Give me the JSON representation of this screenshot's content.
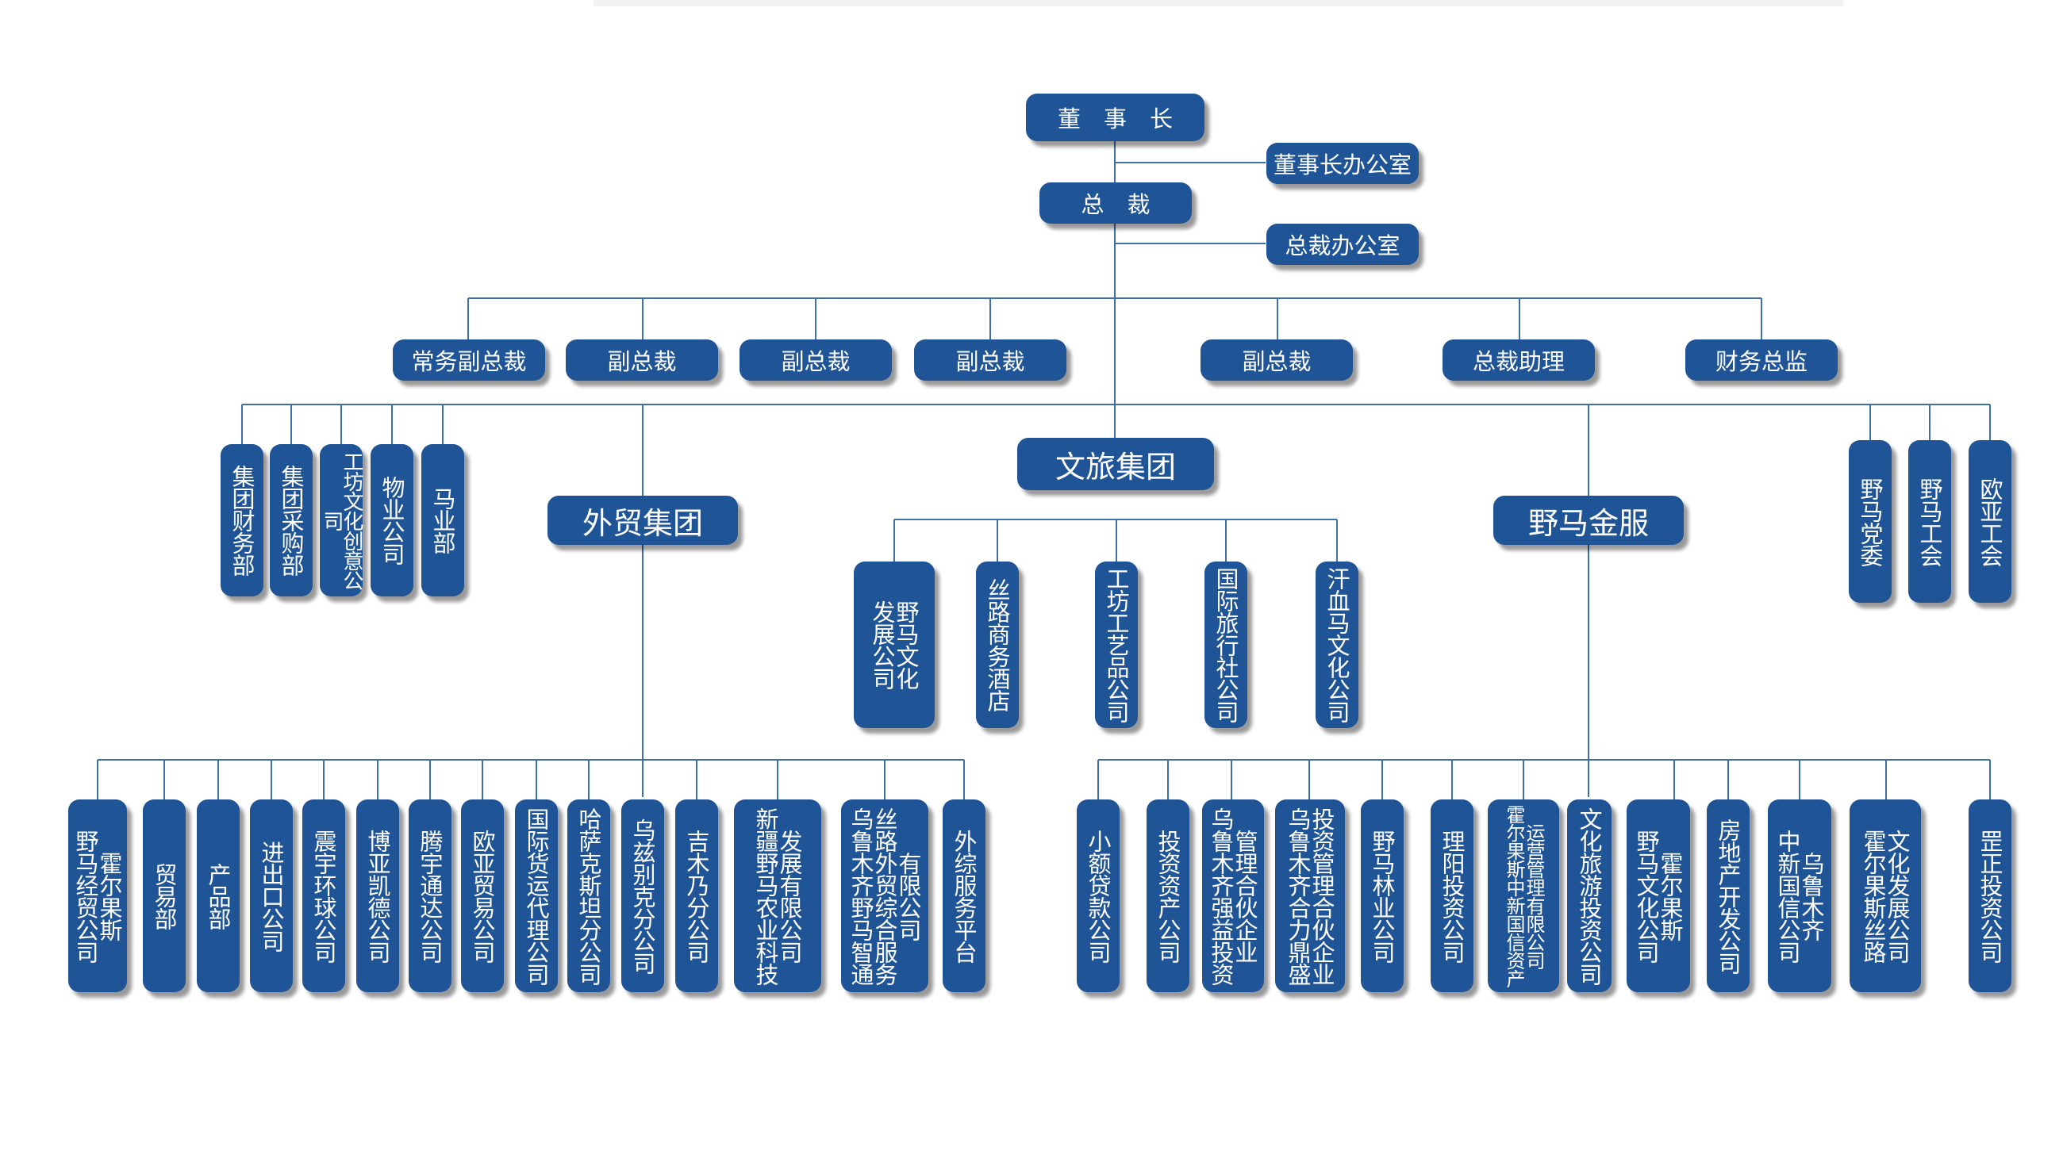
{
  "chairman": "董　事　长",
  "chairman_office": "董事长办公室",
  "president": "总　裁",
  "president_office": "总裁办公室",
  "executives": [
    "常务副总裁",
    "副总裁",
    "副总裁",
    "副总裁",
    "副总裁",
    "总裁助理",
    "财务总监"
  ],
  "groups": {
    "foreign_trade": "外贸集团",
    "culture_tourism": "文旅集团",
    "finance": "野马金服"
  },
  "departments": [
    "集团财务部",
    "集团采购部",
    "工坊文化创意公司",
    "物业公司",
    "马业部"
  ],
  "party_units": [
    "野马党委",
    "野马工会",
    "欧亚工会"
  ],
  "culture_tourism_units": [
    "野马文化\n发展公司",
    "丝路商务酒店",
    "工坊工艺品公司",
    "国际旅行社公司",
    "汗血马文化公司"
  ],
  "foreign_trade_units": [
    "霍尔果斯\n野马经贸公司",
    "贸易部",
    "产品部",
    "进出口公司",
    "震宇环球公司",
    "博亚凯德公司",
    "腾宇通达公司",
    "欧亚贸易公司",
    "国际货运代理公司",
    "哈萨克斯坦分公司",
    "乌兹别克分公司",
    "吉木乃分公司",
    "发展有限公司\n新疆野马农业科技",
    "有限公司\n丝路外贸综合服务\n乌鲁木齐野马智通",
    "外综服务平台"
  ],
  "finance_units": [
    "小额贷款公司",
    "投资资产公司",
    "管理合伙企业\n乌鲁木齐强益投资",
    "投资管理合伙企业\n乌鲁木齐合力鼎盛",
    "野马林业公司",
    "理阳投资公司",
    "运营管理有限公司\n霍尔果斯中新国信资产",
    "文化旅游投资公司",
    "霍尔果斯\n野马文化公司",
    "房地产开发公司",
    "乌鲁木齐\n中新国信公司",
    "文化发展公司\n霍尔果斯丝路",
    "罡正投资公司"
  ]
}
